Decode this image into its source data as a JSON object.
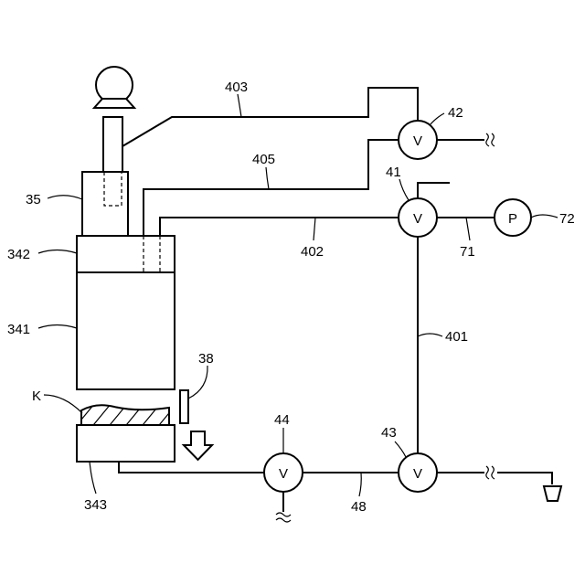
{
  "labels": {
    "l35": "35",
    "l342": "342",
    "l341": "341",
    "l343": "343",
    "lK": "K",
    "l38": "38",
    "l403": "403",
    "l405": "405",
    "l402": "402",
    "l401": "401",
    "l48": "48",
    "l71": "71",
    "l72": "72",
    "l41": "41",
    "l42": "42",
    "l43": "43",
    "l44": "44"
  },
  "valve_text": "V",
  "pump_text": "P"
}
